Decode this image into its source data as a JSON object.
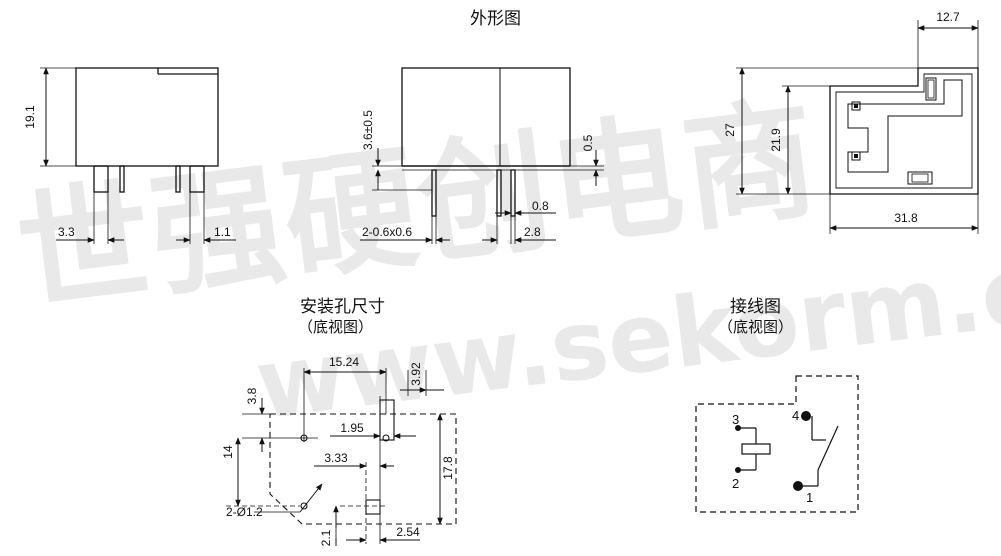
{
  "watermark": {
    "brand_cn": "世强硬创电商",
    "url": "www.sekorm.com"
  },
  "headings": {
    "outline_title": "外形图",
    "mounting_title": "安装孔尺寸",
    "mounting_subtitle": "（底视图）",
    "wiring_title": "接线图",
    "wiring_subtitle": "（底视图）"
  },
  "outline_dims": {
    "front_height": "19.1",
    "front_pin_offset": "3.3",
    "front_pin_width": "1.1",
    "side_standoff": "3.6±0.5",
    "side_pin_size": "2-0.6x0.6",
    "side_top_step": "0.5",
    "side_pin_gap": "0.8",
    "side_pin_span": "2.8",
    "top_right_width": "12.7",
    "top_height_total": "27",
    "top_height_inner": "21.9",
    "top_length": "31.8"
  },
  "mounting_dims": {
    "pitch_x": "15.24",
    "edge_right": "3.92",
    "top_offset": "3.8",
    "inner_gap": "1.95",
    "pitch_y": "14",
    "small_offset": "3.33",
    "total_height": "17.8",
    "hole_spec": "2-Ø1.2",
    "bottom_offset": "2.1",
    "bottom_pitch": "2.54"
  },
  "wiring": {
    "pin3": "3",
    "pin2": "2",
    "pin4": "4",
    "pin1": "1"
  }
}
